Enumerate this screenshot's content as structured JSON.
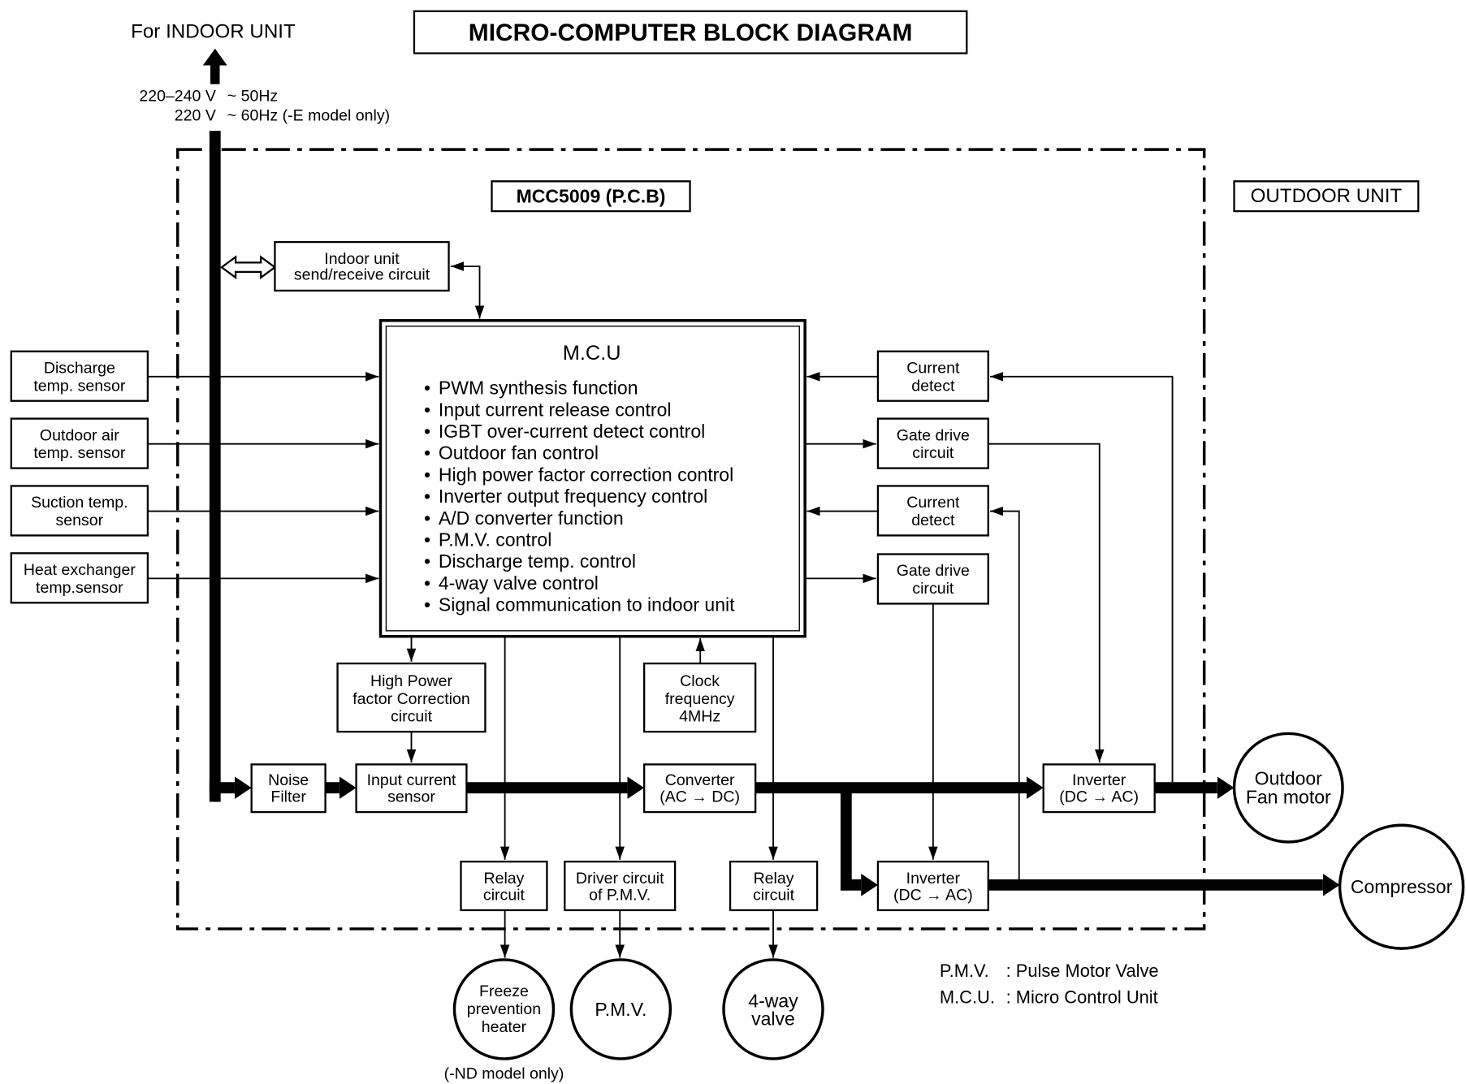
{
  "title": "MICRO-COMPUTER BLOCK DIAGRAM",
  "indoor_unit": {
    "label": "For INDOOR UNIT",
    "supply": [
      {
        "voltage": "220–240 V",
        "frequency": "~ 50Hz"
      },
      {
        "voltage": "220 V",
        "frequency": "~ 60Hz (-E model only)"
      }
    ]
  },
  "pcb_label": "MCC5009 (P.C.B)",
  "outdoor_unit_label": "OUTDOOR UNIT",
  "send_receive_circuit": [
    "Indoor unit",
    "send/receive circuit"
  ],
  "mcu": {
    "title": "M.C.U",
    "bullet": "•",
    "functions": [
      "PWM synthesis function",
      "Input current release control",
      "IGBT over-current detect control",
      "Outdoor fan control",
      "High power factor correction control",
      "Inverter output frequency control",
      "A/D converter function",
      "P.M.V. control",
      "Discharge temp. control",
      "4-way valve control",
      "Signal communication to indoor unit"
    ]
  },
  "sensors": [
    [
      "Discharge",
      "temp. sensor"
    ],
    [
      "Outdoor air",
      "temp. sensor"
    ],
    [
      "Suction temp.",
      "sensor"
    ],
    [
      "Heat exchanger",
      "temp.sensor"
    ]
  ],
  "drive_blocks": [
    [
      "Current",
      "detect"
    ],
    [
      "Gate drive",
      "circuit"
    ],
    [
      "Current",
      "detect"
    ],
    [
      "Gate drive",
      "circuit"
    ]
  ],
  "pfc_circuit": [
    "High Power",
    "factor Correction",
    "circuit"
  ],
  "clock": [
    "Clock",
    "frequency",
    "4MHz"
  ],
  "power_chain": {
    "noise_filter": [
      "Noise",
      "Filter"
    ],
    "input_current_sensor": [
      "Input current",
      "sensor"
    ],
    "converter": [
      "Converter",
      "(AC → DC)"
    ],
    "fan_inverter": [
      "Inverter",
      "(DC → AC)"
    ],
    "compressor_inverter": [
      "Inverter",
      "(DC → AC)"
    ]
  },
  "output_circuits": {
    "relay_heater": [
      "Relay",
      "circuit"
    ],
    "pmv_driver": [
      "Driver circuit",
      "of P.M.V."
    ],
    "relay_valve": [
      "Relay",
      "circuit"
    ]
  },
  "loads": {
    "outdoor_fan_motor": [
      "Outdoor",
      "Fan motor"
    ],
    "compressor": "Compressor",
    "freeze_prevention_heater": [
      "Freeze",
      "prevention",
      "heater"
    ],
    "heater_note": "(-ND model only)",
    "pmv": "P.M.V.",
    "four_way_valve": [
      "4-way",
      "valve"
    ]
  },
  "legend": [
    {
      "abbr": "P.M.V.",
      "meaning": ": Pulse Motor Valve"
    },
    {
      "abbr": "M.C.U.",
      "meaning": ": Micro Control Unit"
    }
  ],
  "colors": {
    "ink": "#000000",
    "paper": "#ffffff"
  }
}
